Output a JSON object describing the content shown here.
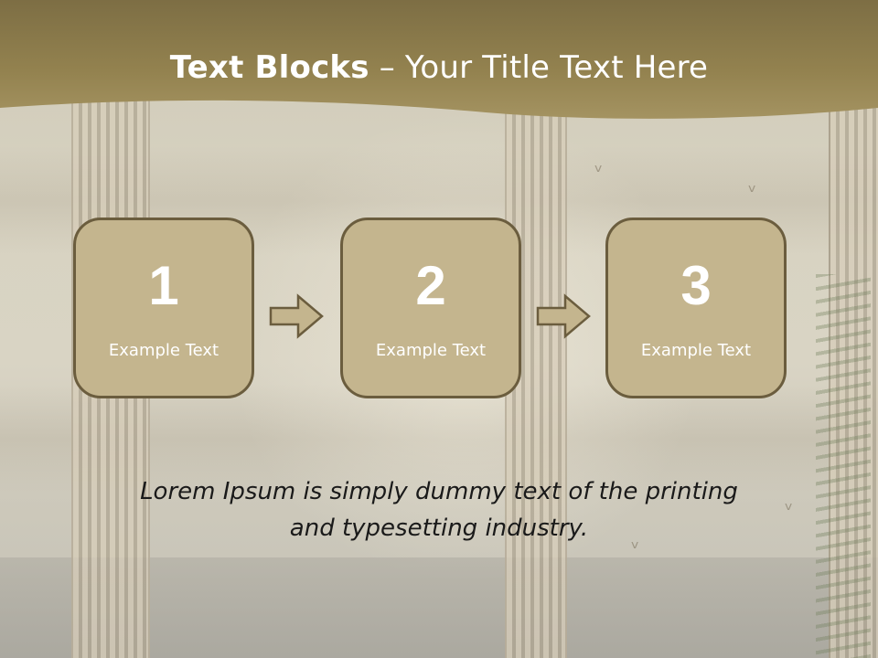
{
  "slide": {
    "title_bold": "Text Blocks",
    "title_dash": " – ",
    "title_rest": "Your Title Text Here",
    "blocks": [
      {
        "number": "1",
        "label": "Example Text"
      },
      {
        "number": "2",
        "label": "Example Text"
      },
      {
        "number": "3",
        "label": "Example Text"
      }
    ],
    "caption_line1": "Lorem Ipsum is simply dummy text of the printing",
    "caption_line2": "and typesetting industry."
  },
  "colors": {
    "header_band": "#8f7f4f",
    "block_fill": "#c4b58e",
    "block_border": "#6b5d3e",
    "arrow_fill": "#c4b58e",
    "text_white": "#ffffff",
    "caption_text": "#1a1a1a"
  },
  "icons": [
    "right-arrow-icon",
    "right-arrow-icon"
  ]
}
